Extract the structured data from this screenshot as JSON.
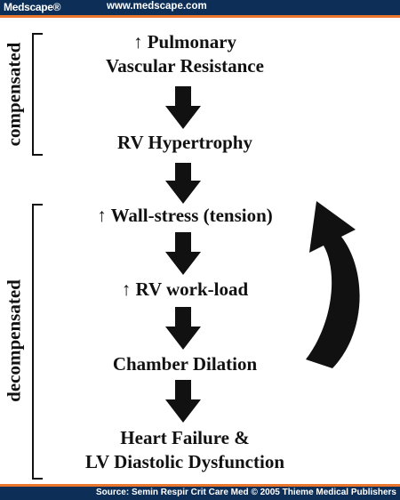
{
  "header": {
    "logo_text": "Medscape®",
    "url": "www.medscape.com"
  },
  "footer": {
    "source": "Source: Semin Respir Crit Care Med © 2005 Thieme Medical Publishers"
  },
  "colors": {
    "header_bg": "#0d2f57",
    "accent": "#e8762c",
    "text": "#111111",
    "arrow": "#111111"
  },
  "diagram": {
    "nodes": [
      {
        "line1": "↑ Pulmonary",
        "line2": "Vascular Resistance"
      },
      {
        "line1": "RV Hypertrophy"
      },
      {
        "line1": "↑ Wall-stress (tension)"
      },
      {
        "line1": "↑ RV work-load"
      },
      {
        "line1": "Chamber Dilation"
      },
      {
        "line1": "Heart Failure &",
        "line2": "LV Diastolic Dysfunction"
      }
    ],
    "side_labels": {
      "compensated": "compensated",
      "decompensated": "decompensated"
    }
  }
}
